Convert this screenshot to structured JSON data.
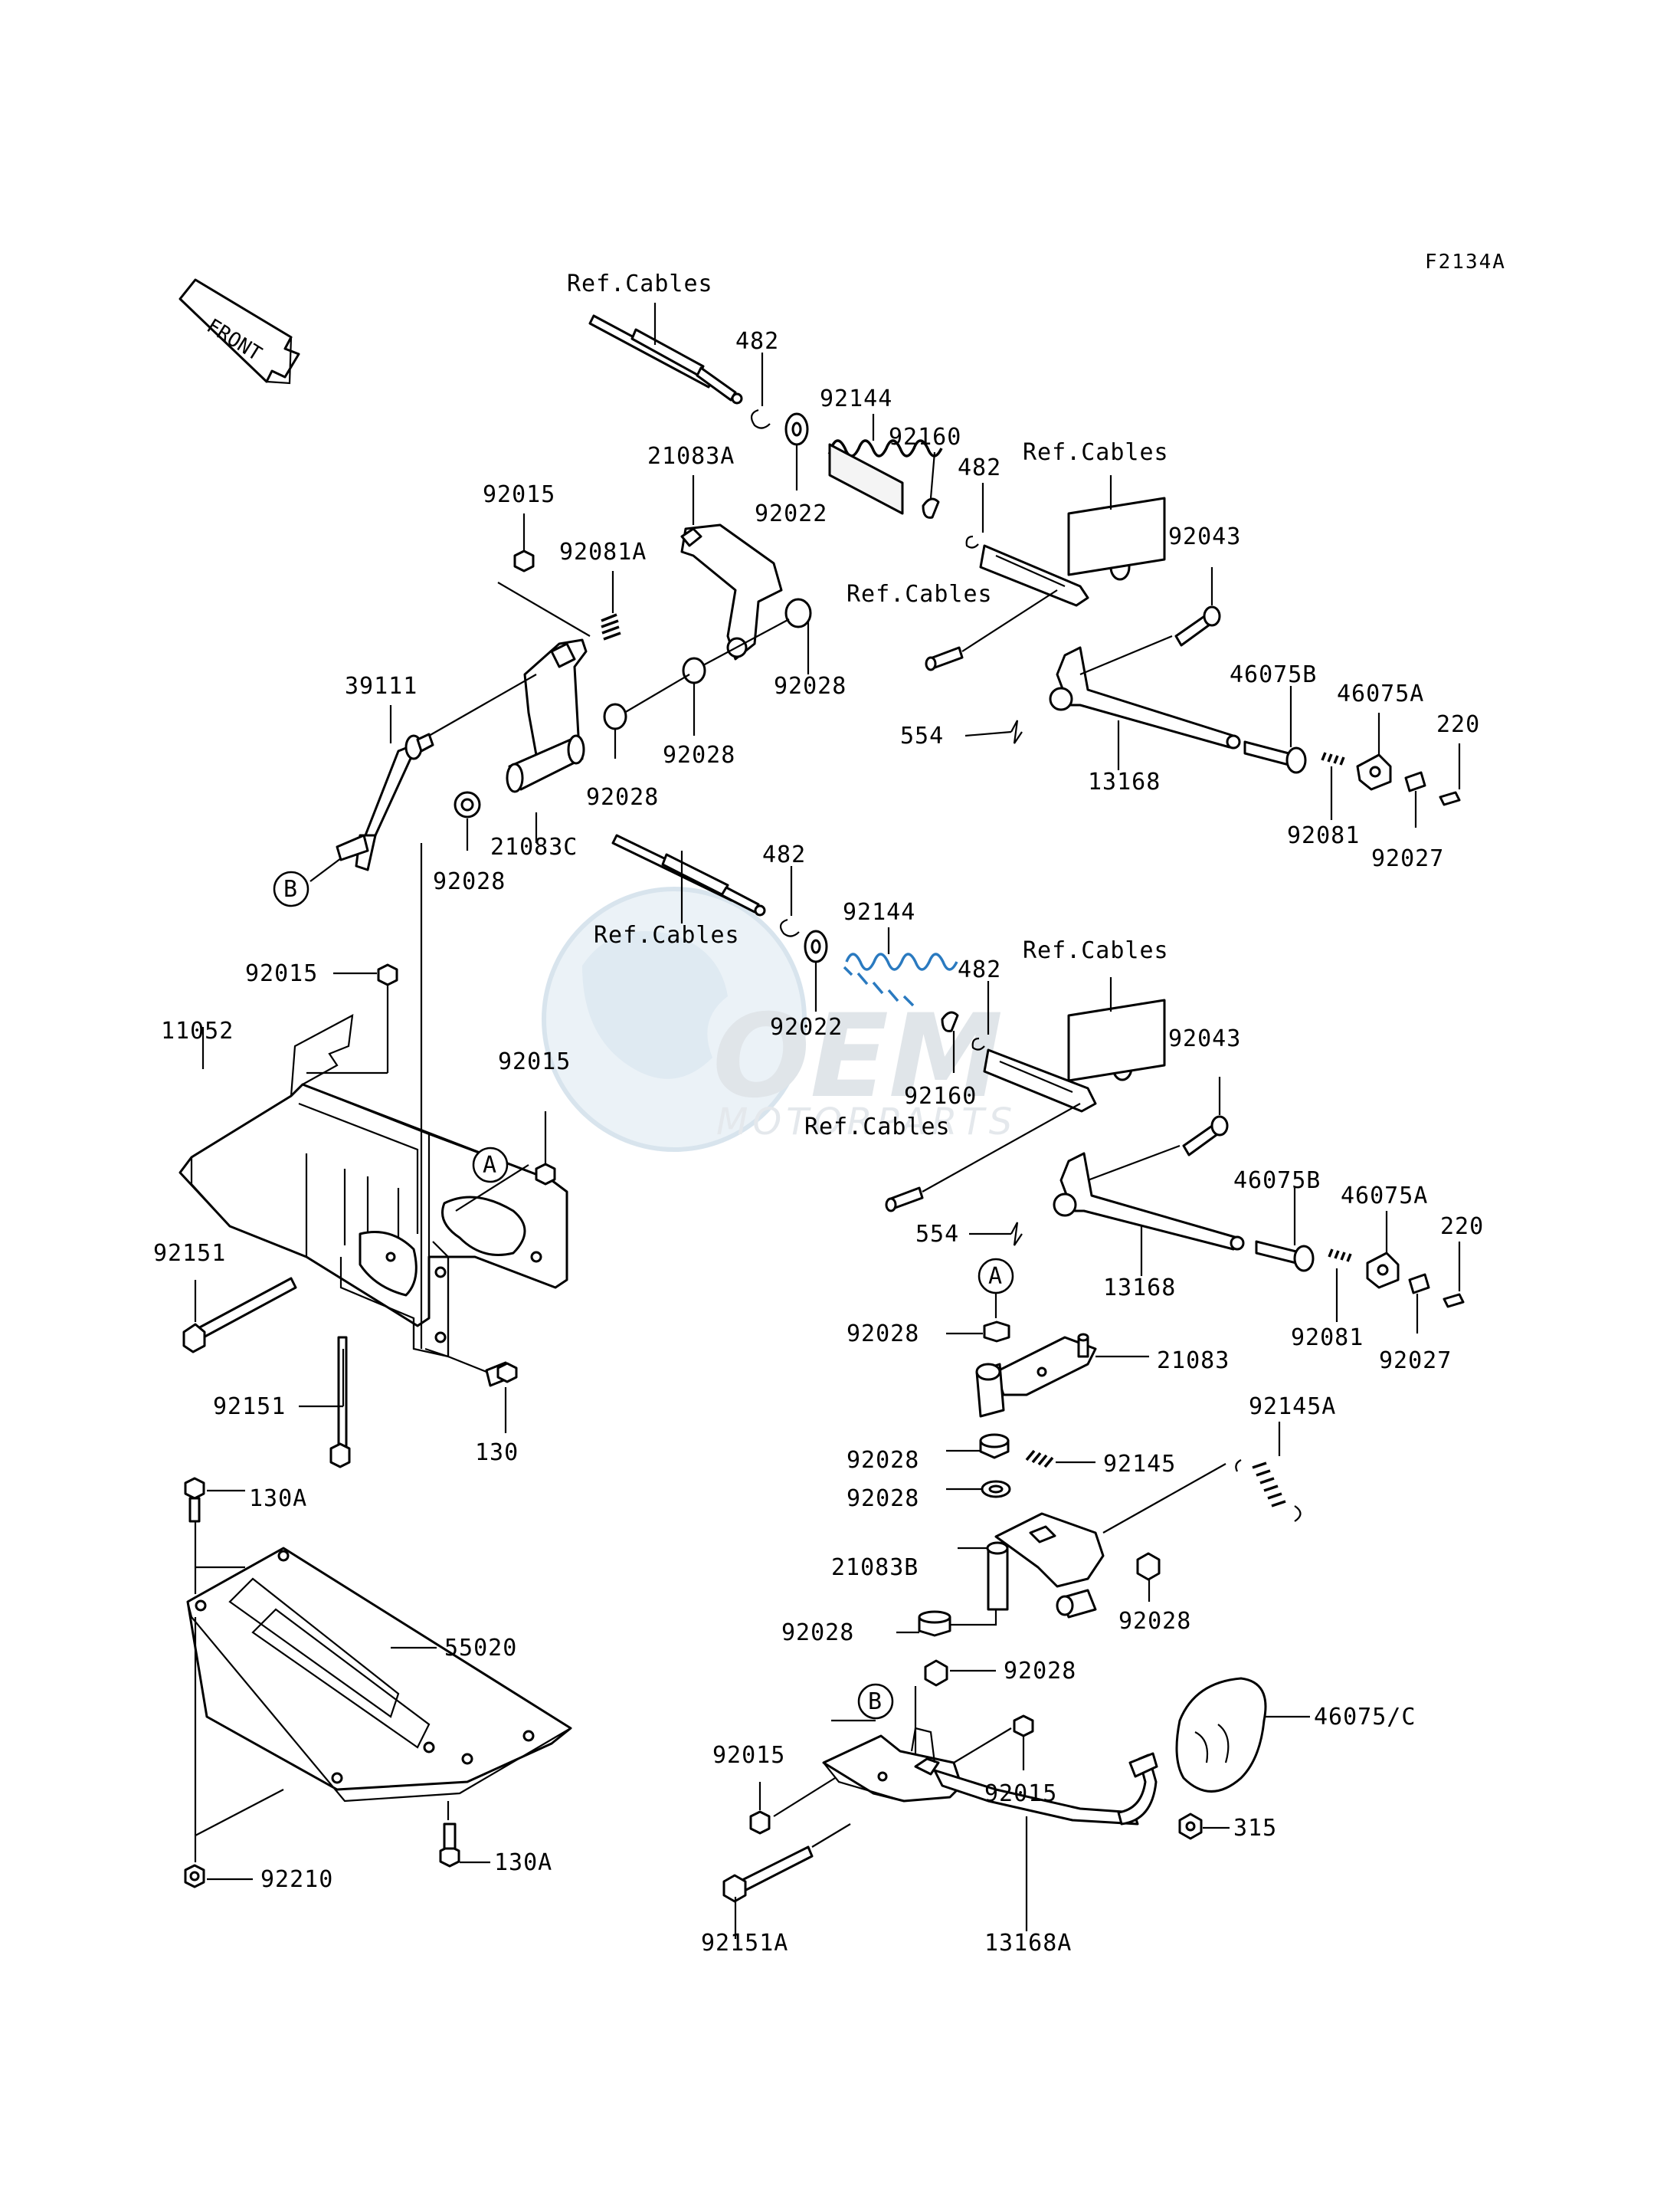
{
  "diagram_code": "F2134A",
  "front_label": "FRONT",
  "watermark": {
    "logo": "OEM",
    "text": "MOTORPARTS"
  },
  "refs": {
    "A": "A",
    "B": "B"
  },
  "labels": {
    "ref_cables_1": "Ref.Cables",
    "ref_cables_2": "Ref.Cables",
    "ref_cables_3": "Ref.Cables",
    "ref_cables_4": "Ref.Cables",
    "ref_cables_5": "Ref.Cables",
    "ref_cables_6": "Ref.Cables",
    "p482_1": "482",
    "p482_2": "482",
    "p482_3": "482",
    "p482_4": "482",
    "p92144_1": "92144",
    "p92144_2": "92144",
    "p92160_1": "92160",
    "p92160_2": "92160",
    "p92022_1": "92022",
    "p92022_2": "92022",
    "p21083A": "21083A",
    "p92015_1": "92015",
    "p92015_2": "92015",
    "p92015_3": "92015",
    "p92015_4": "92015",
    "p92015_5": "92015",
    "p92081A": "92081A",
    "p92043_1": "92043",
    "p92043_2": "92043",
    "p92028_1": "92028",
    "p92028_2": "92028",
    "p92028_3": "92028",
    "p92028_4": "92028",
    "p92028_5": "92028",
    "p92028_6": "92028",
    "p92028_7": "92028",
    "p92028_8": "92028",
    "p92028_9": "92028",
    "p92028_10": "92028",
    "p39111": "39111",
    "p21083C": "21083C",
    "p46075B_1": "46075B",
    "p46075B_2": "46075B",
    "p46075A_1": "46075A",
    "p46075A_2": "46075A",
    "p220_1": "220",
    "p220_2": "220",
    "p554_1": "554",
    "p554_2": "554",
    "p13168_1": "13168",
    "p13168_2": "13168",
    "p92081_1": "92081",
    "p92081_2": "92081",
    "p92027_1": "92027",
    "p92027_2": "92027",
    "p11052": "11052",
    "p92151_1": "92151",
    "p92151_2": "92151",
    "p130": "130",
    "p130A_1": "130A",
    "p130A_2": "130A",
    "p55020": "55020",
    "p92210": "92210",
    "p21083": "21083",
    "p92145": "92145",
    "p92145A": "92145A",
    "p21083B": "21083B",
    "p46075C": "46075/C",
    "p315": "315",
    "p92151A": "92151A",
    "p13168A": "13168A"
  }
}
